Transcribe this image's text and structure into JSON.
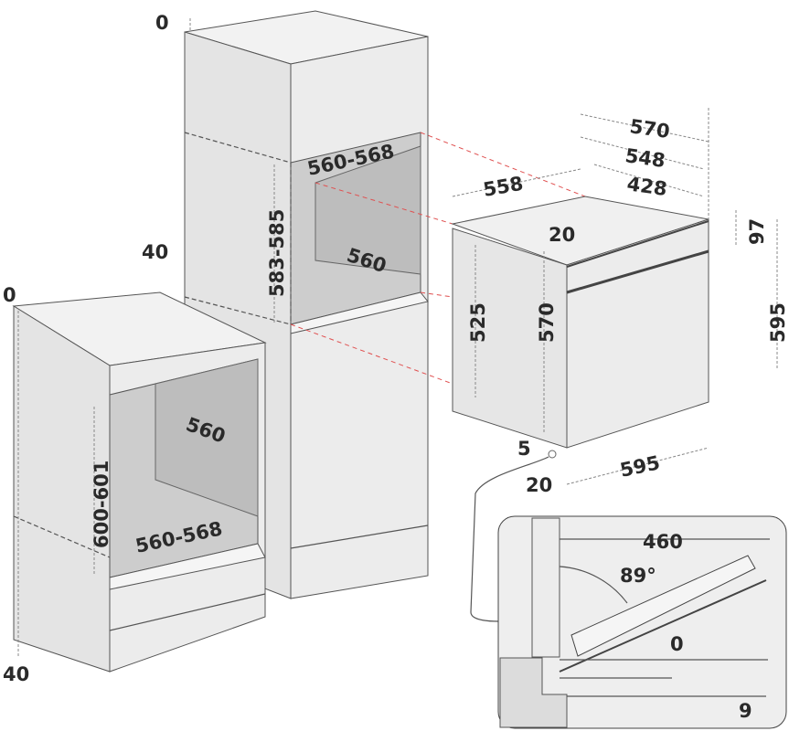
{
  "title": "Built-in oven installation dimensions (mm)",
  "colors": {
    "panel": "#ececec",
    "side": "#e2e2e2",
    "niche": "#cdcdcd",
    "text": "#2a2a2a",
    "guide": "#e05050"
  },
  "tall_cabinet": {
    "top_gap": "0",
    "niche_width": "560-568",
    "niche_height": "583-585",
    "niche_depth": "560",
    "side_gap": "40"
  },
  "base_cabinet": {
    "top_gap": "0",
    "niche_width": "560-568",
    "niche_height": "600-601",
    "niche_depth": "560",
    "bottom_gap": "40"
  },
  "oven": {
    "depth_total": "570",
    "depth_body": "548",
    "depth_top": "428",
    "side_depth": "558",
    "panel_height": "97",
    "front_height": "595",
    "body_height": "570",
    "side_height": "525",
    "top_offset": "20",
    "bottom_offset": "5",
    "front_offset": "20",
    "width": "595"
  },
  "door_detail": {
    "length": "460",
    "angle": "89°",
    "clearance_top": "0",
    "clearance_bottom": "9"
  }
}
